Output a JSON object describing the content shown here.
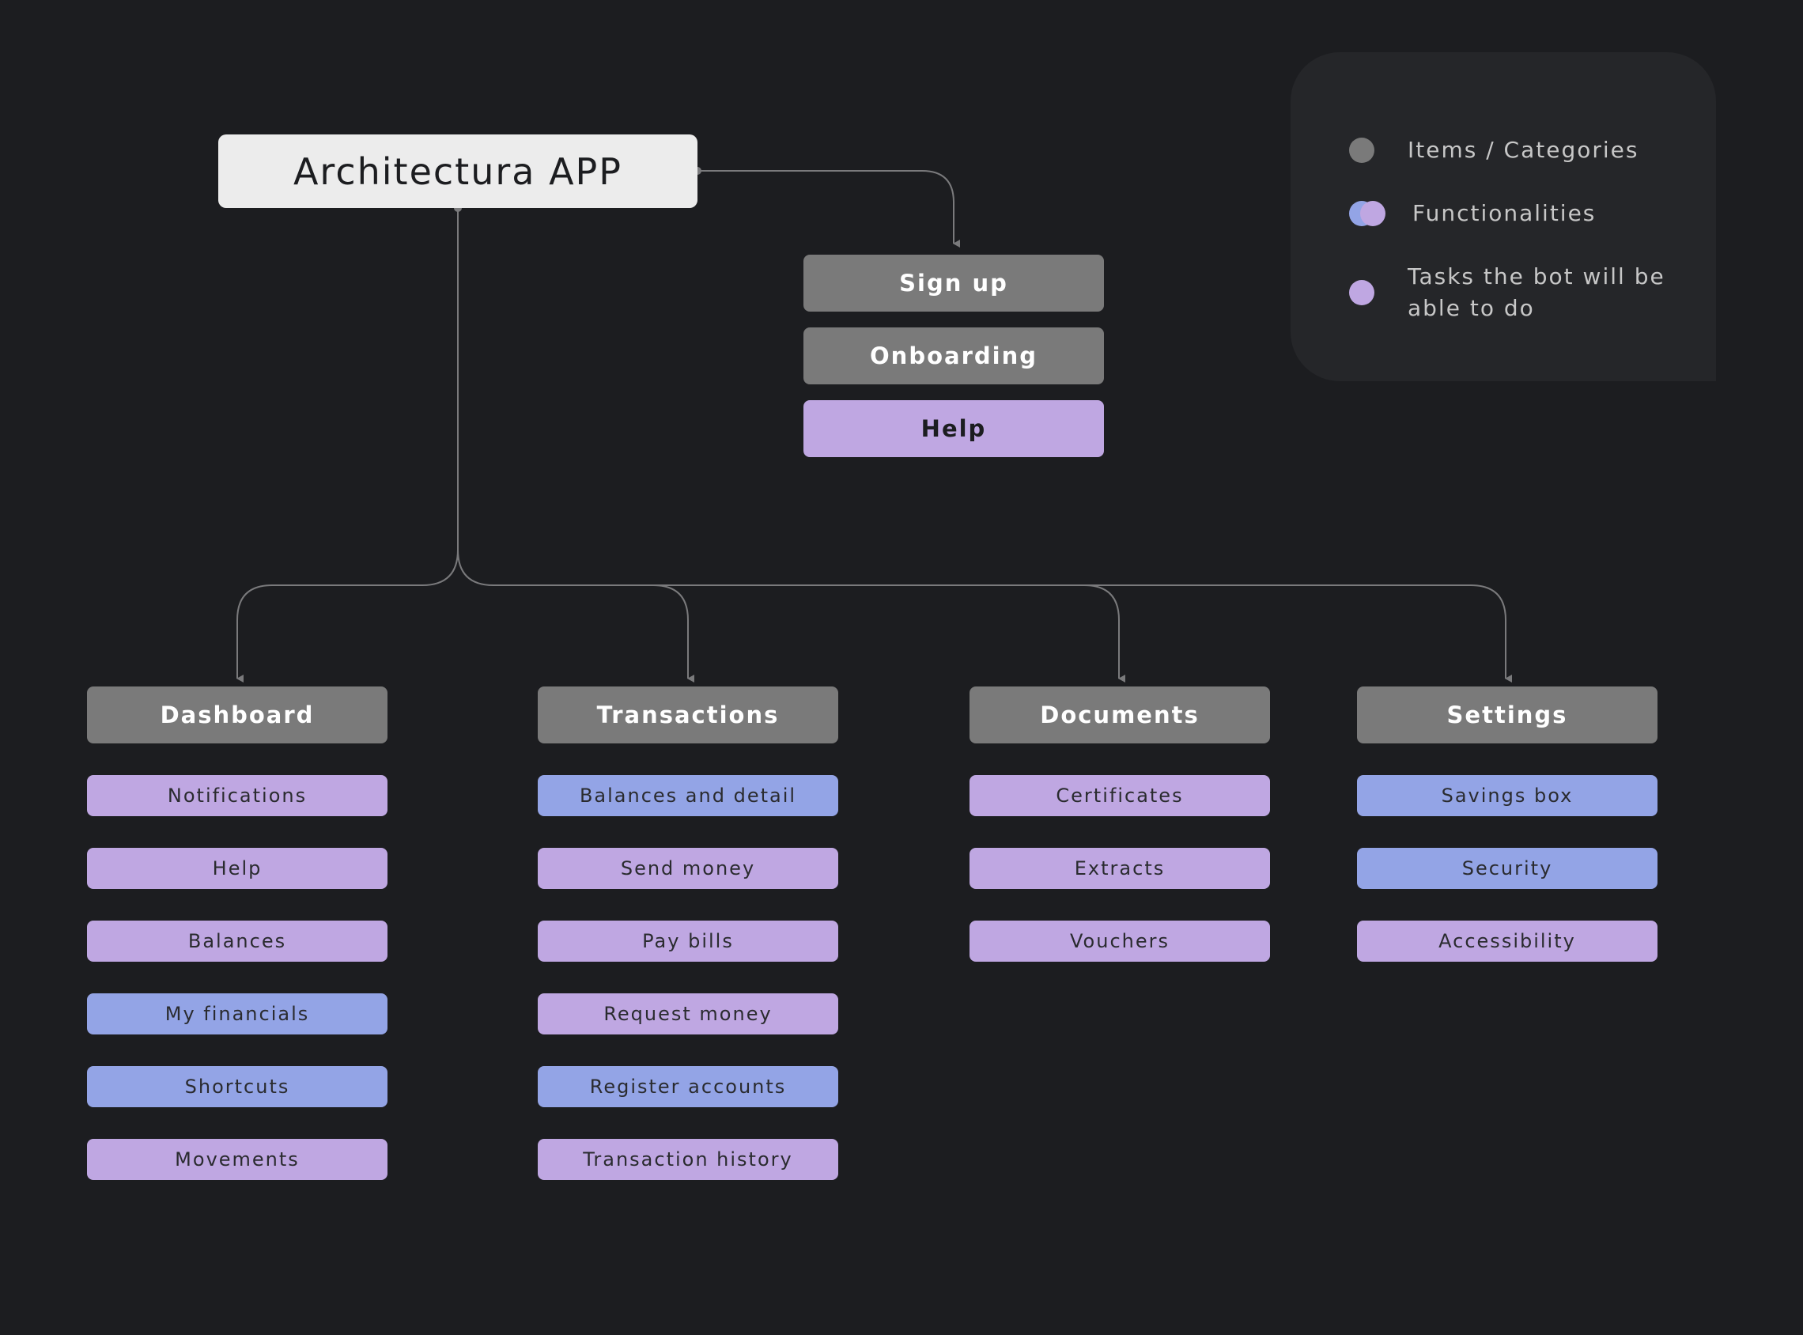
{
  "colors": {
    "background": "#1c1d20",
    "root": "#ececec",
    "category": "#7a7a7a",
    "functionality": "#93a4e6",
    "task": "#bfa7e2",
    "connector": "#7a7a7c",
    "legend_bg": "#252629"
  },
  "root": {
    "label": "Architectura APP"
  },
  "onboarding_branch": [
    {
      "label": "Sign up",
      "kind": "category"
    },
    {
      "label": "Onboarding",
      "kind": "category"
    },
    {
      "label": "Help",
      "kind": "task"
    }
  ],
  "columns": [
    {
      "title": "Dashboard",
      "items": [
        {
          "label": "Notifications",
          "kind": "task"
        },
        {
          "label": "Help",
          "kind": "task"
        },
        {
          "label": "Balances",
          "kind": "task"
        },
        {
          "label": "My financials",
          "kind": "functionality"
        },
        {
          "label": "Shortcuts",
          "kind": "functionality"
        },
        {
          "label": "Movements",
          "kind": "task"
        }
      ]
    },
    {
      "title": "Transactions",
      "items": [
        {
          "label": "Balances and detail",
          "kind": "functionality"
        },
        {
          "label": "Send money",
          "kind": "task"
        },
        {
          "label": "Pay bills",
          "kind": "task"
        },
        {
          "label": "Request money",
          "kind": "task"
        },
        {
          "label": "Register accounts",
          "kind": "functionality"
        },
        {
          "label": "Transaction history",
          "kind": "task"
        }
      ]
    },
    {
      "title": "Documents",
      "items": [
        {
          "label": "Certificates",
          "kind": "task"
        },
        {
          "label": "Extracts",
          "kind": "task"
        },
        {
          "label": "Vouchers",
          "kind": "task"
        }
      ]
    },
    {
      "title": "Settings",
      "items": [
        {
          "label": "Savings box",
          "kind": "functionality"
        },
        {
          "label": "Security",
          "kind": "functionality"
        },
        {
          "label": "Accessibility",
          "kind": "task"
        }
      ]
    }
  ],
  "legend": {
    "items": [
      {
        "label": "Items / Categories",
        "kind": "category"
      },
      {
        "label": "Functionalities",
        "kind": "functionality"
      },
      {
        "label": "Tasks the bot will be able to do",
        "kind": "task"
      }
    ]
  }
}
